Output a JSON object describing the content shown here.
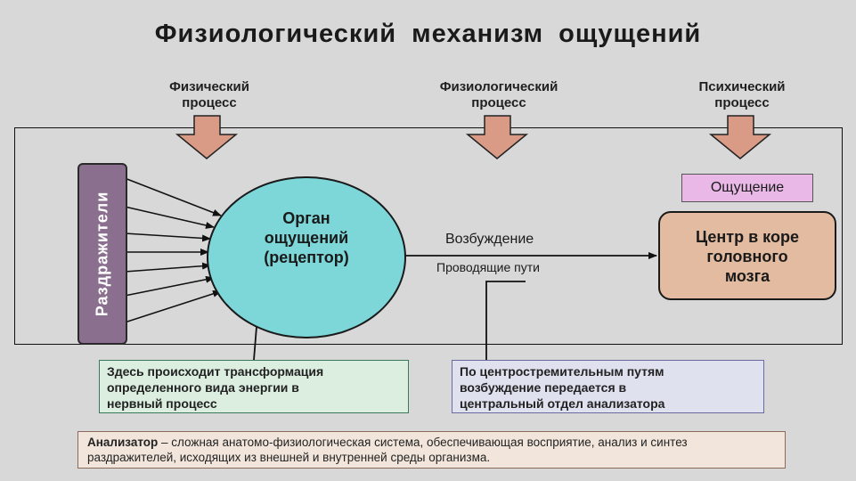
{
  "title": "Физиологический механизм ощущений",
  "processes": {
    "physical": [
      "Физический",
      "процесс"
    ],
    "physiological": [
      "Физиологический",
      "процесс"
    ],
    "psychic": [
      "Психический",
      "процесс"
    ]
  },
  "stimuli": "Раздражители",
  "organ": [
    "Орган",
    "ощущений",
    "(рецептор)"
  ],
  "sensation": "Ощущение",
  "brain_center": [
    "Центр в коре",
    "головного",
    "мозга"
  ],
  "excitation": "Возбуждение",
  "pathways": "Проводящие пути",
  "note_receptor": [
    "Здесь происходит трансформация",
    "определенного вида энергии в",
    "нервный процесс"
  ],
  "note_pathways": [
    "По центростремительным путям",
    "возбуждение передается в",
    "центральный отдел анализатора"
  ],
  "definition": {
    "term": "Анализатор",
    "text": " – сложная анатомо-физиологическая система, обеспечивающая восприятие, анализ и синтез раздражителей, исходящих из внешней и внутренней среды организма."
  },
  "icons": [
    "nose-icon",
    "eye-icon",
    "ear-icon"
  ],
  "colors": {
    "background": "#d8d8d8",
    "stimuli_bar": "#8b6f8f",
    "organ": "#7dd6d8",
    "brain_center": "#e2bba0",
    "sensation": "#e9b8e6",
    "arrow_down": "#d99a86"
  }
}
